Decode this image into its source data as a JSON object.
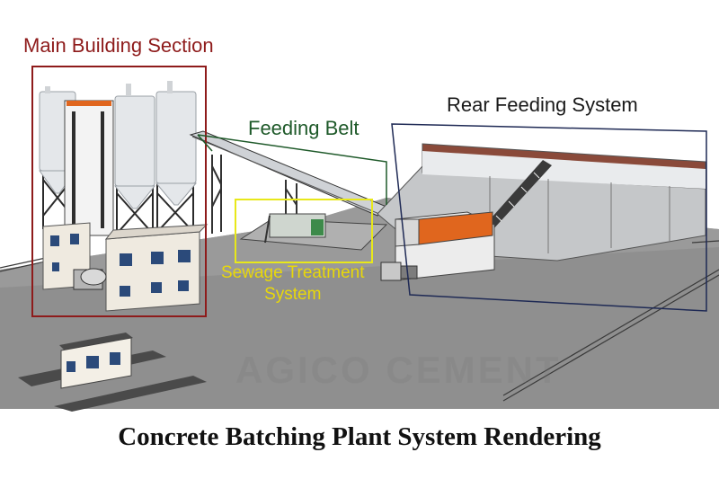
{
  "labels": {
    "main_building": "Main Building Section",
    "feeding_belt": "Feeding Belt",
    "rear_feeding": "Rear Feeding System",
    "sewage_line1": "Sewage Treatment",
    "sewage_line2": "System"
  },
  "watermark": "AGICO CEMENT",
  "caption": "Concrete Batching Plant System Rendering",
  "colors": {
    "main_box": "#8e1b1b",
    "belt_box": "#1f5a2a",
    "sewage_box": "#e8e81a",
    "rear_box": "#1f2a55",
    "floor": "#8c8c8c",
    "silo": "#e6e8ea",
    "hopper_orange": "#e0661e",
    "building_wall": "#efeae0"
  }
}
